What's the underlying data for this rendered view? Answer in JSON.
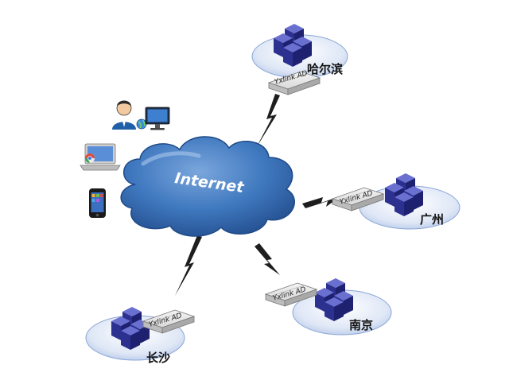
{
  "cloud": {
    "label": "Internet"
  },
  "device_label": "Yxlink AD",
  "sites": [
    {
      "name": "哈尔滨"
    },
    {
      "name": "广州"
    },
    {
      "name": "南京"
    },
    {
      "name": "长沙"
    }
  ],
  "clients": [
    {
      "icon": "user-with-monitor-icon"
    },
    {
      "icon": "laptop-icon"
    },
    {
      "icon": "smartphone-icon"
    }
  ],
  "colors": {
    "cloud": "#2f6cb3",
    "cloud_highlight": "#6d9bd6",
    "site_ellipse": "#c5d5ef",
    "server": "#3a3f9b",
    "lightning": "#222222"
  }
}
